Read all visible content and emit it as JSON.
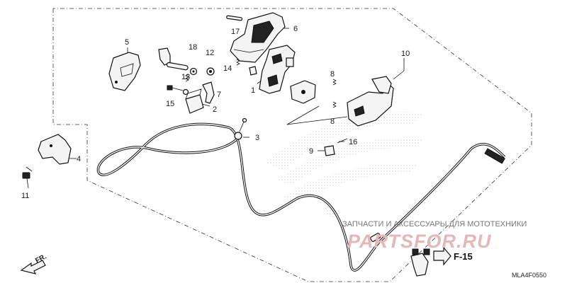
{
  "diagram": {
    "callouts": [
      {
        "id": "c1",
        "text": "1"
      },
      {
        "id": "c2",
        "text": "2"
      },
      {
        "id": "c3",
        "text": "3"
      },
      {
        "id": "c4",
        "text": "4"
      },
      {
        "id": "c5",
        "text": "5"
      },
      {
        "id": "c6",
        "text": "6"
      },
      {
        "id": "c7",
        "text": "7"
      },
      {
        "id": "c8a",
        "text": "8"
      },
      {
        "id": "c8b",
        "text": "8"
      },
      {
        "id": "c9",
        "text": "9"
      },
      {
        "id": "c10",
        "text": "10"
      },
      {
        "id": "c11",
        "text": "11"
      },
      {
        "id": "c12",
        "text": "12"
      },
      {
        "id": "c13",
        "text": "13"
      },
      {
        "id": "c14",
        "text": "14"
      },
      {
        "id": "c15",
        "text": "15"
      },
      {
        "id": "c16",
        "text": "16"
      },
      {
        "id": "c17",
        "text": "17"
      },
      {
        "id": "c18",
        "text": "18"
      }
    ],
    "front_arrow_label": "FR.",
    "reference_label": "F-15",
    "diagram_code": "MLA4F0550",
    "watermark": {
      "line1": "ЗАПЧАСТИ И АКСЕССУАРЫ ДЛЯ МОТОТЕХНИКИ",
      "line2": "PARTSFOR.RU"
    }
  },
  "colors": {
    "ink": "#111111",
    "watermark_red": "#e6b7b7",
    "background_logo": "#d9d9d9"
  }
}
